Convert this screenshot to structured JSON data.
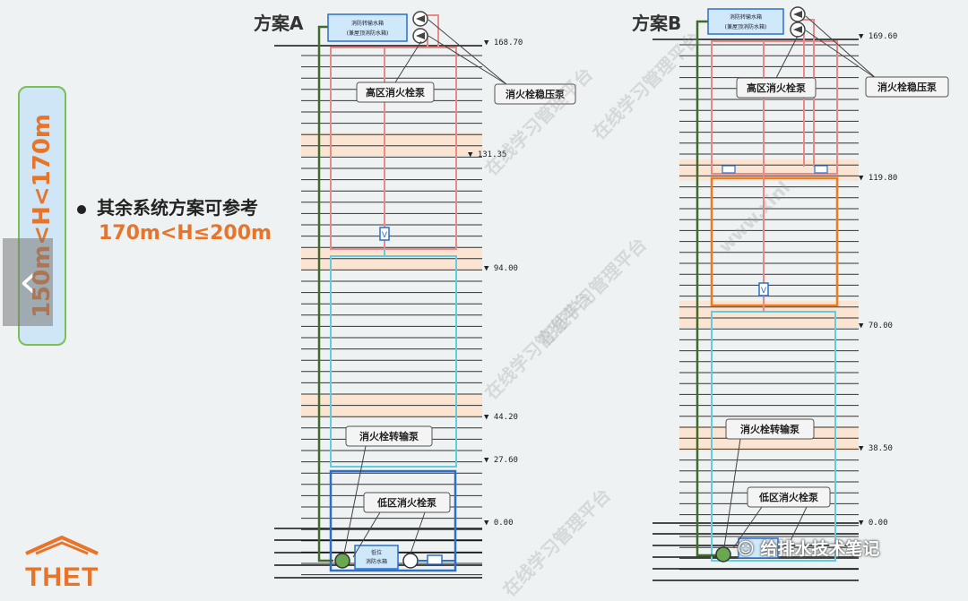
{
  "banner": {
    "text": "150m<H<170m"
  },
  "bullet_text": "其余系统方案可参考",
  "range_text": "170m<H≤200m",
  "logo_text": "THET",
  "wechat_text": "给排水技术笔记",
  "watermarks": [
    "在线学习管理平台",
    "在线学习管理平台",
    "在线学习管理平台",
    "在线学习管理平台",
    "在线学习管理平台",
    "www.xinl"
  ],
  "schemeA": {
    "title": "方案A",
    "top_tank": [
      "消防转输水箱",
      "(兼屋顶消防水箱)"
    ],
    "bottom_tank": [
      "低位",
      "消防水箱"
    ],
    "labels": {
      "high_pump": "高区消火栓泵",
      "stabilizer": "消火栓稳压泵",
      "transfer": "消火栓转输泵",
      "low_pump": "低区消火栓泵"
    },
    "elevations": [
      "▼ 168.70",
      "▼ 131.35",
      "▼ 94.00",
      "▼ 44.20",
      "▼ 27.60",
      "▼ 0.00"
    ]
  },
  "schemeB": {
    "title": "方案B",
    "top_tank": [
      "消防转输水箱",
      "(兼屋顶消防水箱)"
    ],
    "labels": {
      "high_pump": "高区消火栓泵",
      "stabilizer": "消火栓稳压泵",
      "transfer": "消火栓转输泵",
      "low_pump": "低区消火栓泵"
    },
    "elevations": [
      "▼ 169.60",
      "▼ 119.80",
      "▼ 70.00",
      "▼ 38.50",
      "▼ 0.00"
    ]
  }
}
